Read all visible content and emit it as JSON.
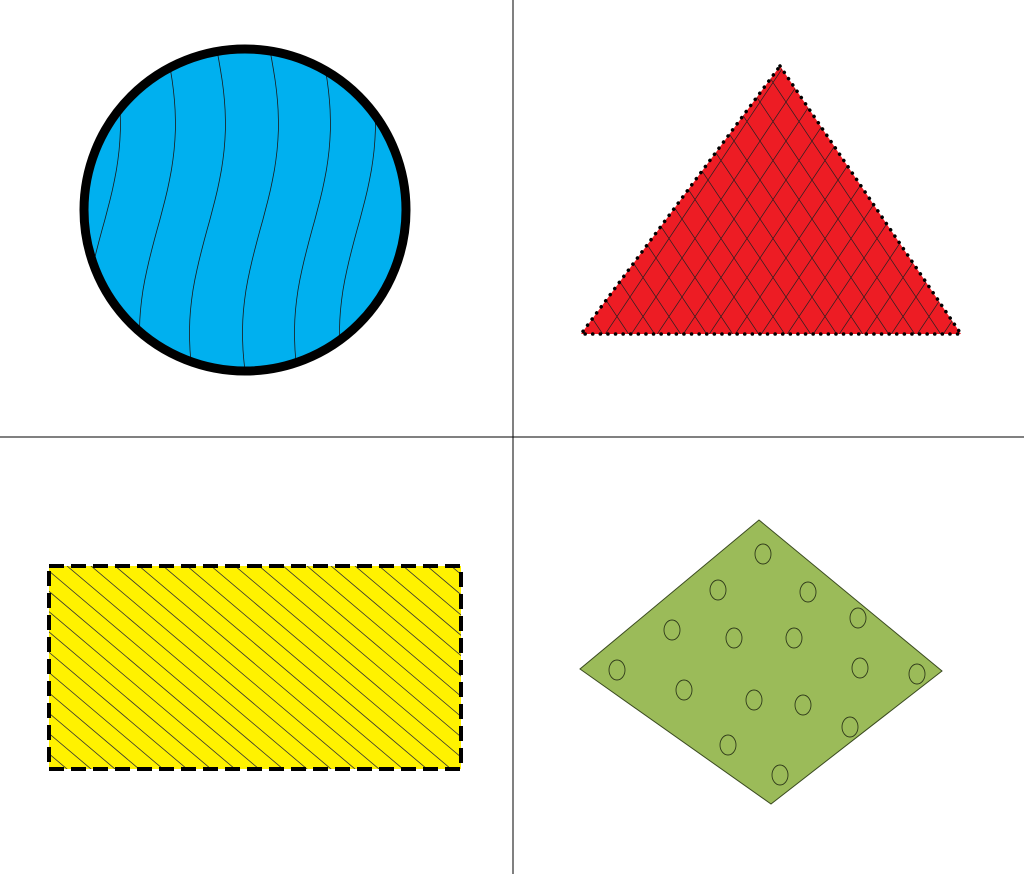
{
  "colors": {
    "background": "#ffffff",
    "divider": "#000000",
    "circle_fill": "#00b0ef",
    "triangle_fill": "#ed1c24",
    "rectangle_fill": "#fff200",
    "rhombus_fill": "#9bbb59",
    "outline": "#000000"
  },
  "shapes": [
    {
      "id": "circle",
      "fill": "#00b0ef",
      "pattern": "wavy-vertical-lines",
      "border": "thick-solid"
    },
    {
      "id": "triangle",
      "fill": "#ed1c24",
      "pattern": "diagonal-crosshatch",
      "border": "dotted"
    },
    {
      "id": "rectangle",
      "fill": "#fff200",
      "pattern": "diagonal-lines",
      "border": "dashed"
    },
    {
      "id": "rhombus",
      "fill": "#9bbb59",
      "pattern": "small-ovals",
      "border": "thin-solid"
    }
  ]
}
